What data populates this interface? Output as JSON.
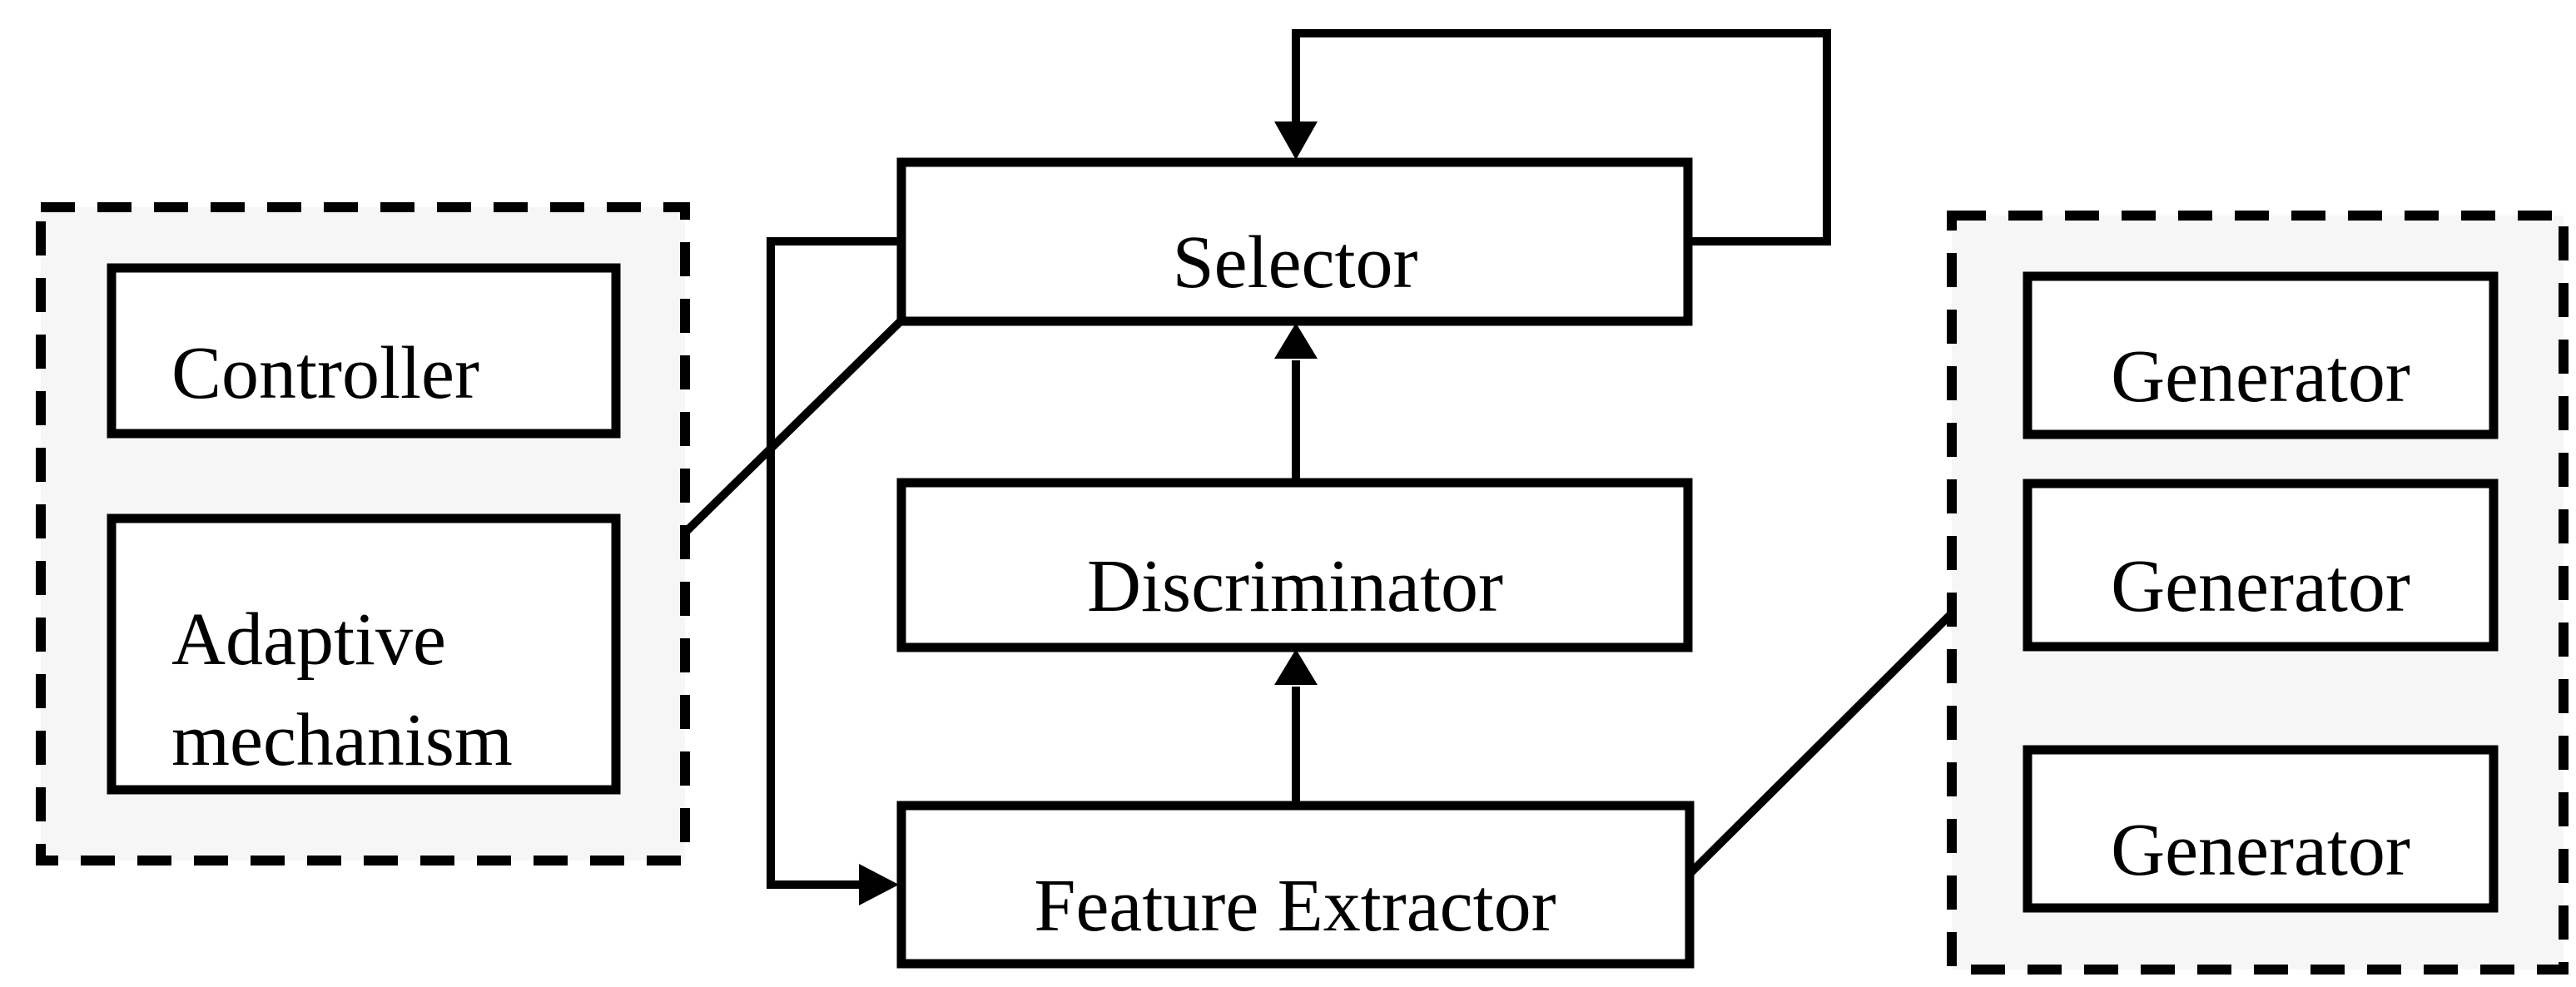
{
  "diagram": {
    "type": "block-diagram",
    "nodes": {
      "selector": {
        "label": "Selector"
      },
      "discriminator": {
        "label": "Discriminator"
      },
      "feature_extractor": {
        "label": "Feature Extractor"
      },
      "controller": {
        "label": "Controller"
      },
      "adaptive_mechanism": {
        "label": "Adaptive mechanism",
        "lines": [
          "Adaptive",
          "mechanism"
        ]
      },
      "generator_1": {
        "label": "Generator"
      },
      "generator_2": {
        "label": "Generator"
      },
      "generator_3": {
        "label": "Generator"
      }
    },
    "groups": {
      "left_group": {
        "members": [
          "controller",
          "adaptive_mechanism"
        ],
        "border": "dashed"
      },
      "right_group": {
        "members": [
          "generator_1",
          "generator_2",
          "generator_3"
        ],
        "border": "dashed"
      }
    },
    "connections": [
      {
        "from": "selector",
        "to": "selector",
        "style": "arrow",
        "note": "self-loop leaving right side, over the top, arrow into top edge"
      },
      {
        "from": "discriminator",
        "to": "selector",
        "style": "arrow",
        "note": "vertical arrow upward"
      },
      {
        "from": "feature_extractor",
        "to": "discriminator",
        "style": "arrow",
        "note": "vertical arrow upward"
      },
      {
        "from": "selector",
        "to": "feature_extractor",
        "style": "arrow",
        "note": "path down the left side, arrow into left edge"
      },
      {
        "from": "left_group",
        "to": "selector",
        "style": "plain-line",
        "note": "diagonal line to selector bottom-left corner"
      },
      {
        "from": "feature_extractor",
        "to": "right_group",
        "style": "plain-line",
        "note": "diagonal line from right edge"
      }
    ]
  },
  "colors": {
    "background": "#ffffff",
    "line": "#000000",
    "text": "#000000",
    "group_fill": "#f6f6f6",
    "node_fill": "#ffffff"
  }
}
